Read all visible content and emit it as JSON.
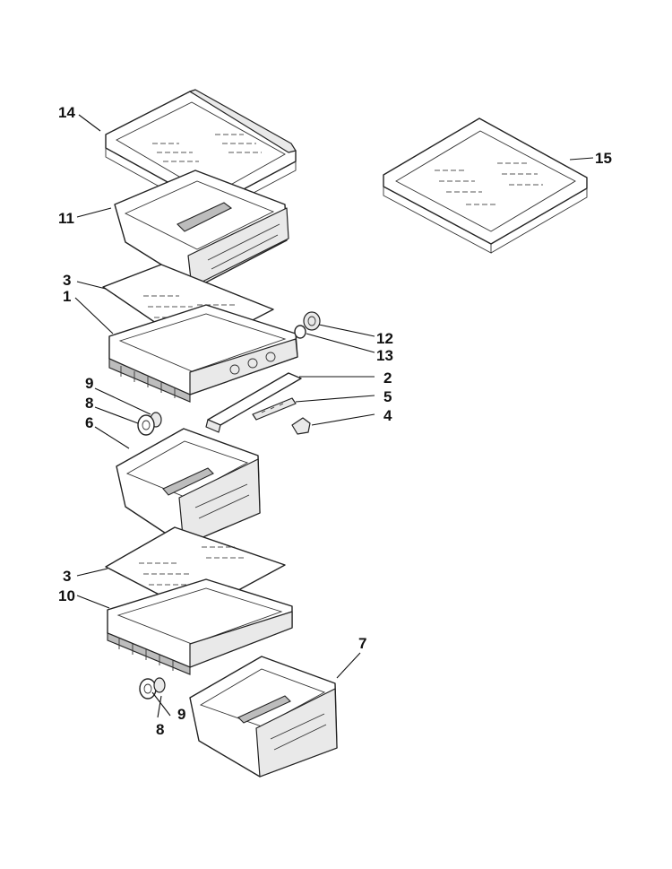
{
  "callouts": {
    "c1": "1",
    "c2": "2",
    "c3a": "3",
    "c3b": "3",
    "c4": "4",
    "c5": "5",
    "c6": "6",
    "c7": "7",
    "c8a": "8",
    "c8b": "8",
    "c9a": "9",
    "c9b": "9",
    "c10": "10",
    "c11": "11",
    "c12": "12",
    "c13": "13",
    "c14": "14",
    "c15": "15"
  }
}
